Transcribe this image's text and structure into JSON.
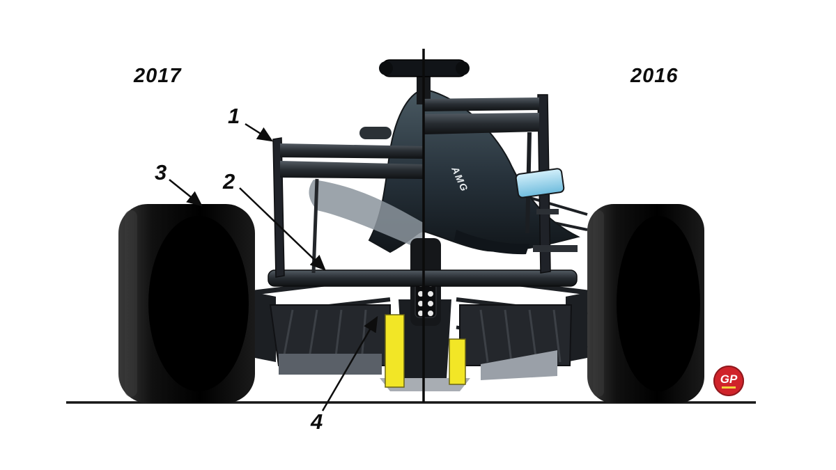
{
  "diagram": {
    "left_year": "2017",
    "right_year": "2016",
    "callouts": [
      "1",
      "2",
      "3",
      "4"
    ],
    "livery_text": "AMG",
    "logo_text": "GP"
  },
  "colors": {
    "strake_yellow": "#f2e626",
    "logo_red": "#d0232a",
    "mirror_blue": "#a8dcf0",
    "line_black": "#0d0d0d"
  }
}
